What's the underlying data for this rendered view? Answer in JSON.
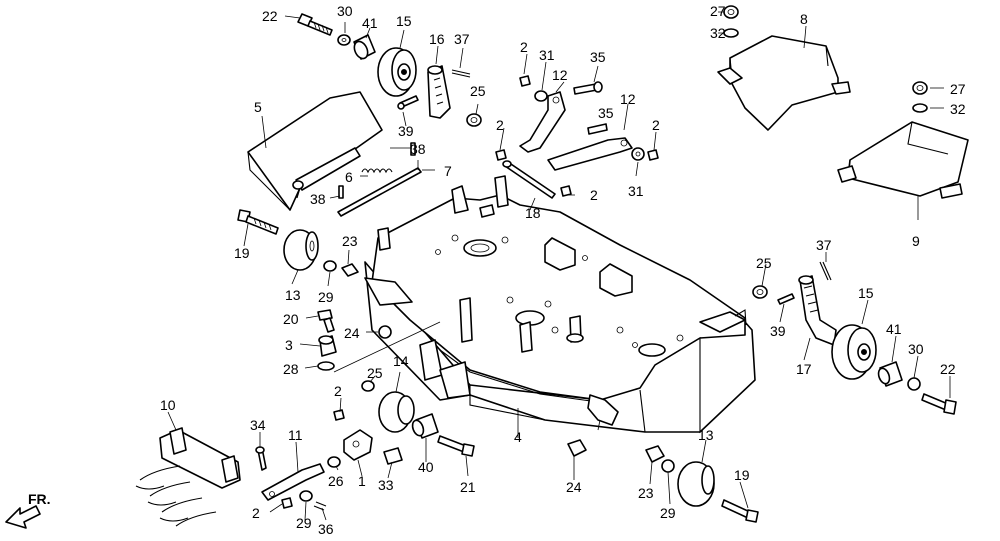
{
  "diagram": {
    "front_marker": "FR.",
    "callouts": [
      "22",
      "30",
      "41",
      "15",
      "16",
      "37",
      "2",
      "31",
      "35",
      "12",
      "27",
      "32",
      "8",
      "5",
      "25",
      "39",
      "38",
      "7",
      "6",
      "18",
      "9",
      "19",
      "23",
      "13",
      "29",
      "20",
      "3",
      "28",
      "24",
      "14",
      "10",
      "34",
      "11",
      "1",
      "26",
      "33",
      "40",
      "21",
      "4",
      "36",
      "17"
    ]
  }
}
